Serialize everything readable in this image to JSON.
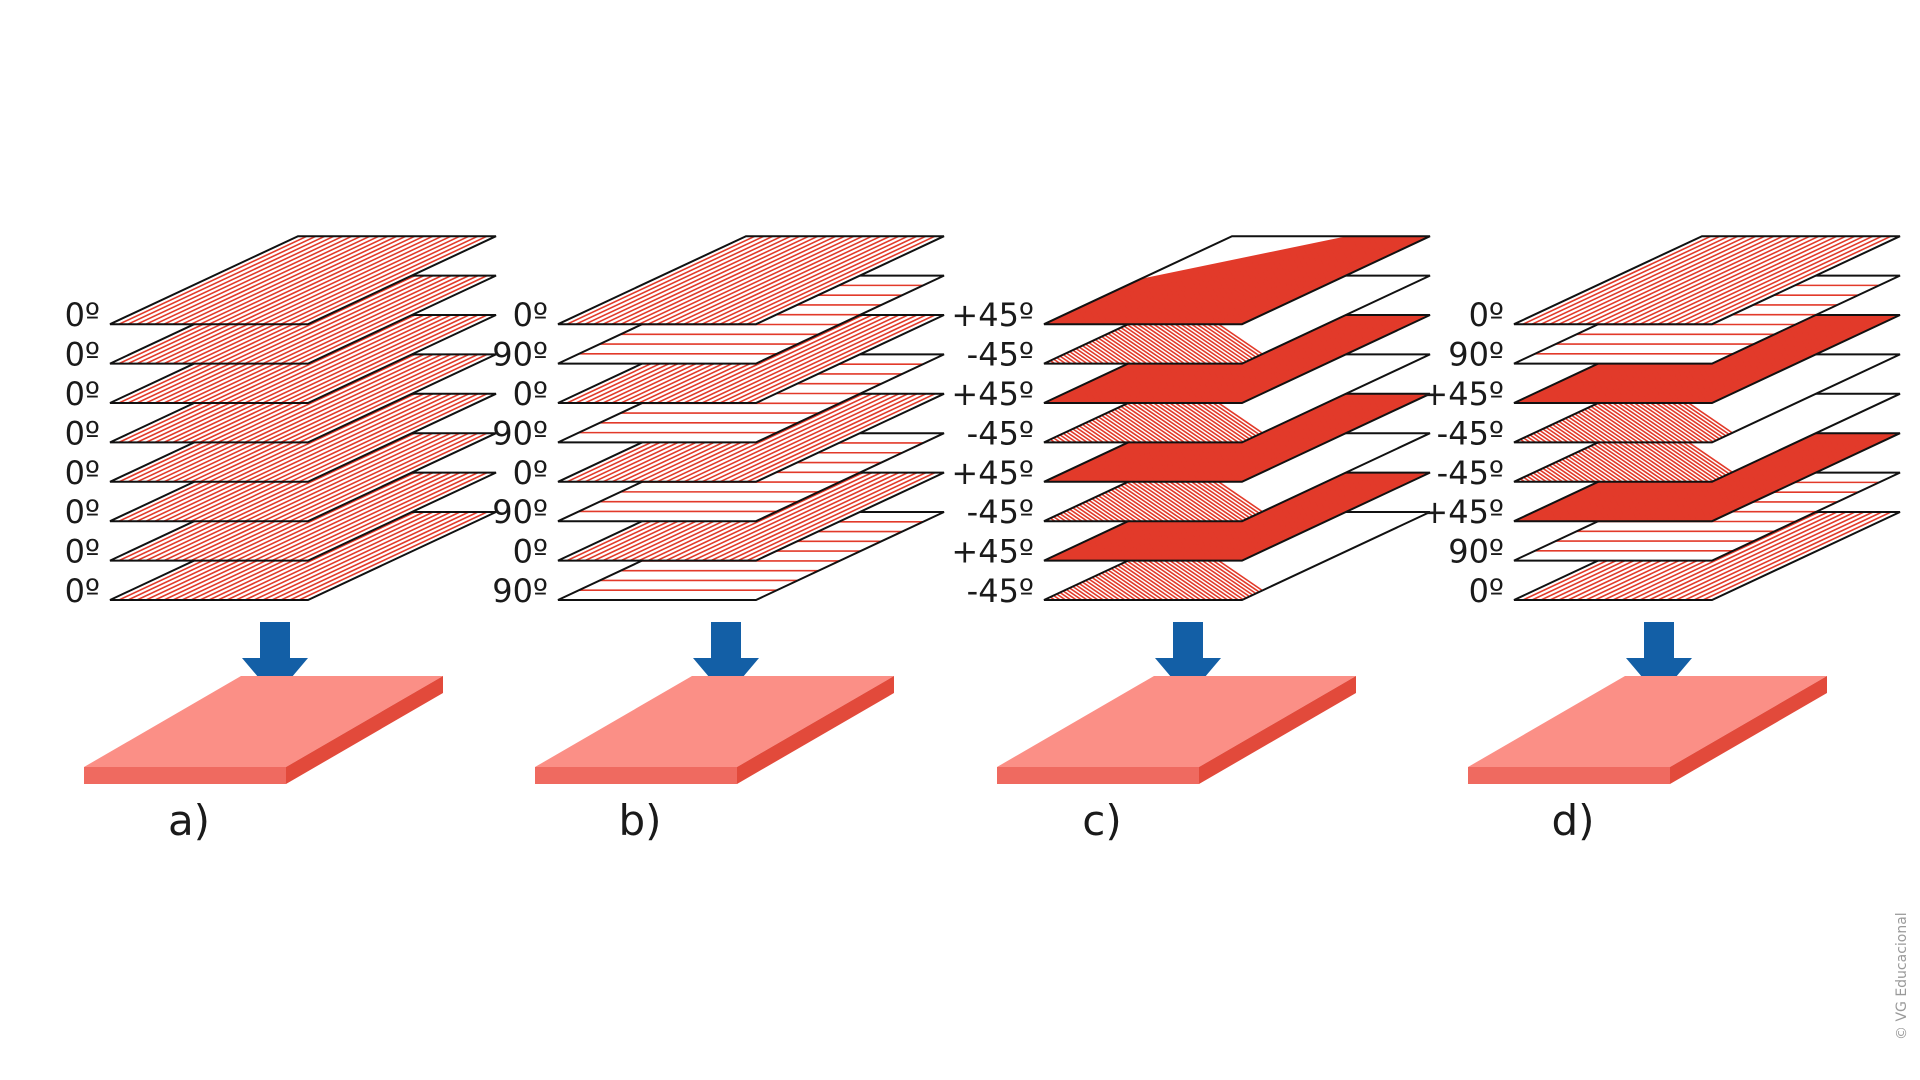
{
  "colors": {
    "fiber": "#e23a2a",
    "ply_outline": "#111111",
    "ply_fill": "#ffffff",
    "laminate_top": "#fb8f86",
    "laminate_front": "#ef6a60",
    "laminate_side": "#e24a3b",
    "arrow": "#135fa6"
  },
  "stacks": [
    {
      "caption": "a)",
      "layers": [
        {
          "label": "0º",
          "angle": 0
        },
        {
          "label": "0º",
          "angle": 0
        },
        {
          "label": "0º",
          "angle": 0
        },
        {
          "label": "0º",
          "angle": 0
        },
        {
          "label": "0º",
          "angle": 0
        },
        {
          "label": "0º",
          "angle": 0
        },
        {
          "label": "0º",
          "angle": 0
        },
        {
          "label": "0º",
          "angle": 0
        }
      ]
    },
    {
      "caption": "b)",
      "layers": [
        {
          "label": "0º",
          "angle": 0
        },
        {
          "label": "90º",
          "angle": 90
        },
        {
          "label": "0º",
          "angle": 0
        },
        {
          "label": "90º",
          "angle": 90
        },
        {
          "label": "0º",
          "angle": 0
        },
        {
          "label": "90º",
          "angle": 90
        },
        {
          "label": "0º",
          "angle": 0
        },
        {
          "label": "90º",
          "angle": 90
        }
      ]
    },
    {
      "caption": "c)",
      "layers": [
        {
          "label": "+45º",
          "angle": 45
        },
        {
          "label": "-45º",
          "angle": -45
        },
        {
          "label": "+45º",
          "angle": 45
        },
        {
          "label": "-45º",
          "angle": -45
        },
        {
          "label": "+45º",
          "angle": 45
        },
        {
          "label": "-45º",
          "angle": -45
        },
        {
          "label": "+45º",
          "angle": 45
        },
        {
          "label": "-45º",
          "angle": -45
        }
      ]
    },
    {
      "caption": "d)",
      "layers": [
        {
          "label": "0º",
          "angle": 0
        },
        {
          "label": "90º",
          "angle": 90
        },
        {
          "label": "+45º",
          "angle": 45
        },
        {
          "label": "-45º",
          "angle": -45
        },
        {
          "label": "-45º",
          "angle": -45
        },
        {
          "label": "+45º",
          "angle": 45
        },
        {
          "label": "90º",
          "angle": 90
        },
        {
          "label": "0º",
          "angle": 0
        }
      ]
    }
  ],
  "copyright": "© VG Educacional"
}
